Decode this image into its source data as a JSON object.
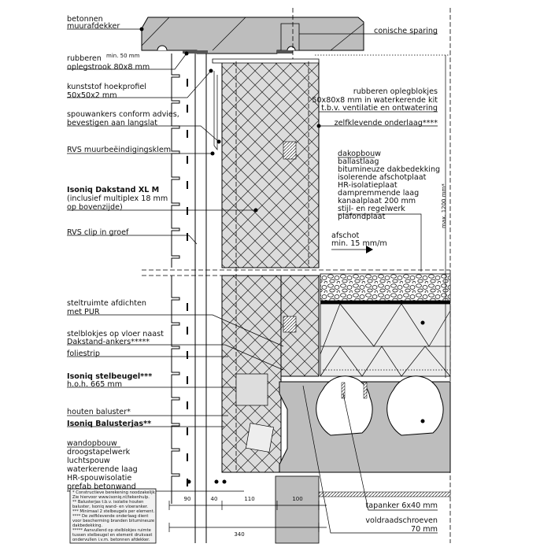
{
  "left_labels": {
    "coping_1": "betonnen",
    "coping_2": "muurafdekker",
    "min_50": "min. 50 mm",
    "strip_1": "rubberen",
    "strip_2": "oplegstrook 80x8 mm",
    "profile_1": "kunststof hoekprofiel",
    "profile_2": "50x50x2 mm",
    "anchors_1": "spouwankers conform advies,",
    "anchors_2": "bevestigen aan langslat",
    "clamp": "RVS muurbeëindigingsklem",
    "dakstand_1": "Isoniq Dakstand XL M",
    "dakstand_2": "(inclusief multiplex 18 mm",
    "dakstand_3": "op bovenzijde)",
    "clip": "RVS clip in groef",
    "seal_1": "steltruimte afdichten",
    "seal_2": "met PUR",
    "blocks_1": "stelblokjes op vloer naast",
    "blocks_2": "Dakstand-ankers*****",
    "foil": "foliestrip",
    "bracket_1": "Isoniq stelbeugel***",
    "bracket_2": "h.o.h. 665 mm",
    "baluster": "houten baluster*",
    "balusterjas": "Isoniq Balusterjas**",
    "wall": [
      "wandopbouw",
      "droogstapelwerk",
      "luchtspouw",
      "waterkerende laag",
      "HR-spouwisolatie",
      "prefab betonwand"
    ]
  },
  "right_labels": {
    "sparing": "conische sparing",
    "rubber_1": "rubberen oplegblokjes",
    "rubber_2": "50x80x8 mm in waterkerende kit",
    "rubber_3": "t.b.v. ventilatie en ontwatering",
    "underlayer": "zelfklevende onderlaag****",
    "roof": [
      "dakopbouw",
      "ballastlaag",
      "bitumineuze dakbedekking",
      "isolerende afschotplaat",
      "HR-isolatieplaat",
      "dampremmende laag",
      "kanaalplaat 200 mm",
      "stijl- en regelwerk",
      "plafondplaat"
    ],
    "slope_1": "afschot",
    "slope_2": "min. 15 mm/m",
    "max_height": "max. 1200 mm*",
    "tapanker": "tapanker 6x40 mm",
    "screws_1": "voldraadschroeven",
    "screws_2": "70 mm"
  },
  "dimensions": {
    "d1": "90",
    "d2": "40",
    "d3": "110",
    "d4": "100",
    "total": "340"
  },
  "notes": [
    "* Constructieve berekening noodzakelijk.",
    "Zie hiervoor www.isoniq.nl/tekenhulp.",
    "** Balusterjas t.b.v. isolatie houten",
    "baluster, Isoniq wand- en vloeranker.",
    "*** Minimaal 2 stelbeugels per element.",
    "**** De zelfklevende onderlaag dient",
    "voor bescherming branden bitumineuze",
    "dakbedekking.",
    "***** Aanvullend op stelblokjes ruimte",
    "tussen stelbeugel en element drukvast",
    "ondervullen i.v.m. betonnen afdekker."
  ],
  "colors": {
    "concrete": "#bdbdbd",
    "insulation": "#dcdcdc",
    "roof_insulation": "#ececec"
  }
}
